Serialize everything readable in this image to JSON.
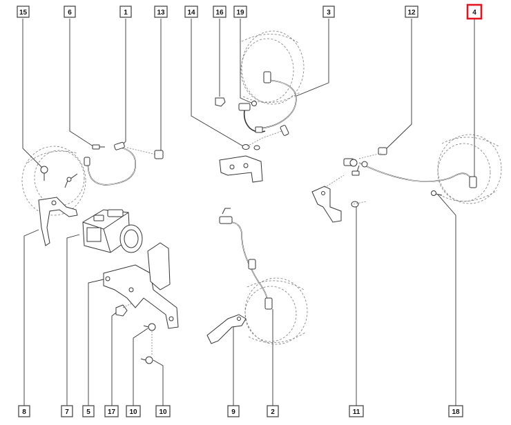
{
  "highlight_color": "#e3141c",
  "callouts": {
    "c15": "15",
    "c6": "6",
    "c1": "1",
    "c13": "13",
    "c14": "14",
    "c16": "16",
    "c19": "19",
    "c3": "3",
    "c12": "12",
    "c4": "4",
    "c8": "8",
    "c7": "7",
    "c5": "5",
    "c17": "17",
    "c10a": "10",
    "c10b": "10",
    "c9": "9",
    "c2": "2",
    "c11": "11",
    "c18": "18"
  },
  "highlighted_callout": "4"
}
